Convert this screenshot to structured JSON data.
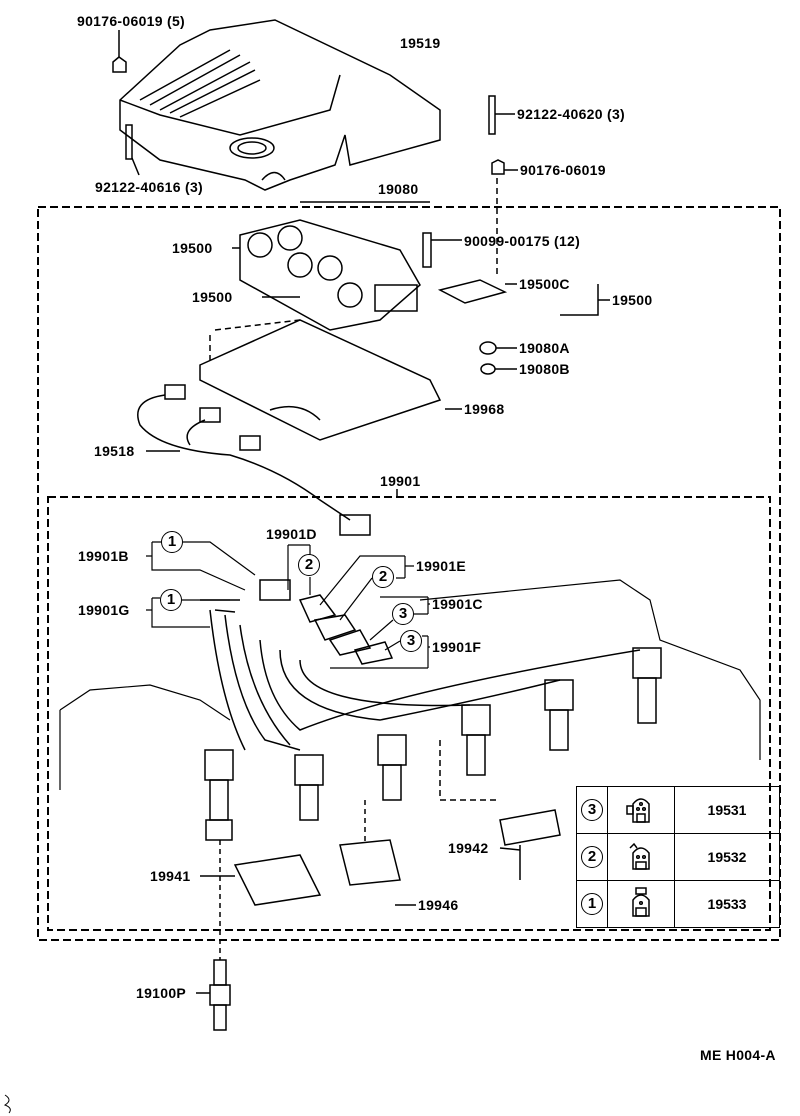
{
  "diagram_code": "ME H004-A",
  "labels": {
    "nut_top_5": "90176-06019 (5)",
    "cover": "19519",
    "stud_right": "92122-40620 (3)",
    "nut_right": "90176-06019",
    "stud_left": "92122-40616 (3)",
    "assembly": "19080",
    "screw": "90099-00175 (12)",
    "coil_top": "19500",
    "coil_c": "19500C",
    "coil_group": "19500",
    "coil_mid": "19500",
    "grommet_a": "19080A",
    "grommet_b": "19080B",
    "bracket": "19968",
    "harness": "19518",
    "cord_set": "19901",
    "cord_d": "19901D",
    "cord_b": "19901B",
    "cord_e": "19901E",
    "cord_g": "19901G",
    "cord_c": "19901C",
    "cord_f": "19901F",
    "clamp_left": "19941",
    "clamp_right": "19942",
    "clamp_mid": "19946",
    "spark_plug": "19100P"
  },
  "markers": {
    "b": "1",
    "d": "2",
    "e": "2",
    "g": "1",
    "c": "3",
    "f": "3"
  },
  "legend": [
    {
      "marker": "3",
      "part": "19531",
      "icon": "connector-3pin-icon"
    },
    {
      "marker": "2",
      "part": "19532",
      "icon": "connector-2pin-icon"
    },
    {
      "marker": "1",
      "part": "19533",
      "icon": "connector-1pin-icon"
    }
  ]
}
